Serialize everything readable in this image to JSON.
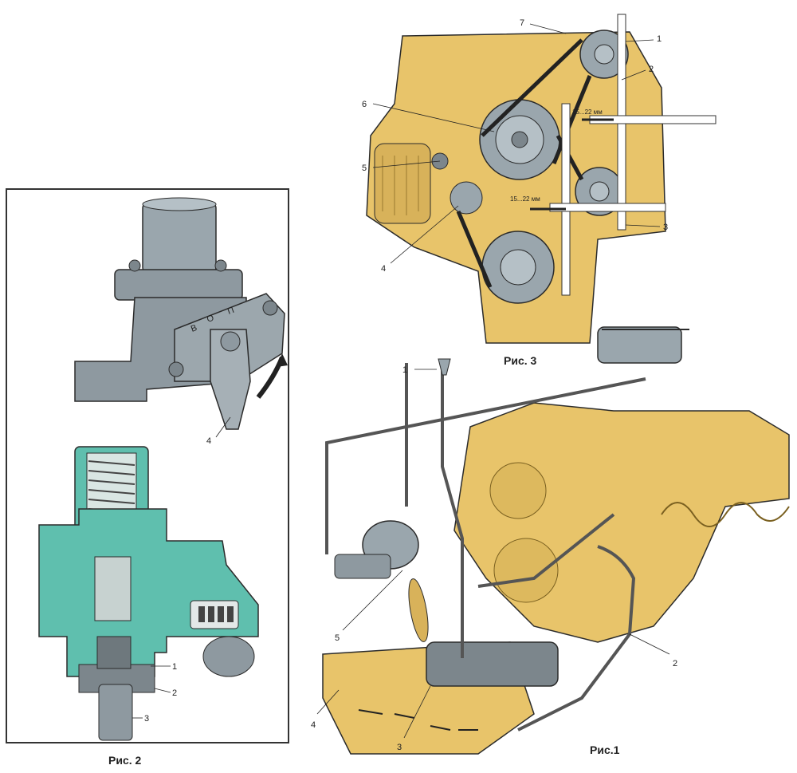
{
  "captions": {
    "fig1": "Рис.1",
    "fig2": "Рис. 2",
    "fig3": "Рис. 3"
  },
  "fig1_callouts": [
    "1",
    "2",
    "3",
    "4",
    "5"
  ],
  "fig2_callouts": [
    "1",
    "2",
    "3",
    "4"
  ],
  "fig3_callouts": [
    "1",
    "2",
    "3",
    "4",
    "5",
    "6",
    "7"
  ],
  "fig2_letters": [
    "В",
    "О",
    "П"
  ],
  "fig3_measurements": [
    "15...22 мм",
    "15...22 мм"
  ],
  "colors": {
    "engine_yellow": "#e8c46a",
    "engine_shadow": "#c9a24a",
    "pump_gray": "#8e99a0",
    "section_teal": "#5fbfae",
    "outline": "#2b2b2b"
  }
}
